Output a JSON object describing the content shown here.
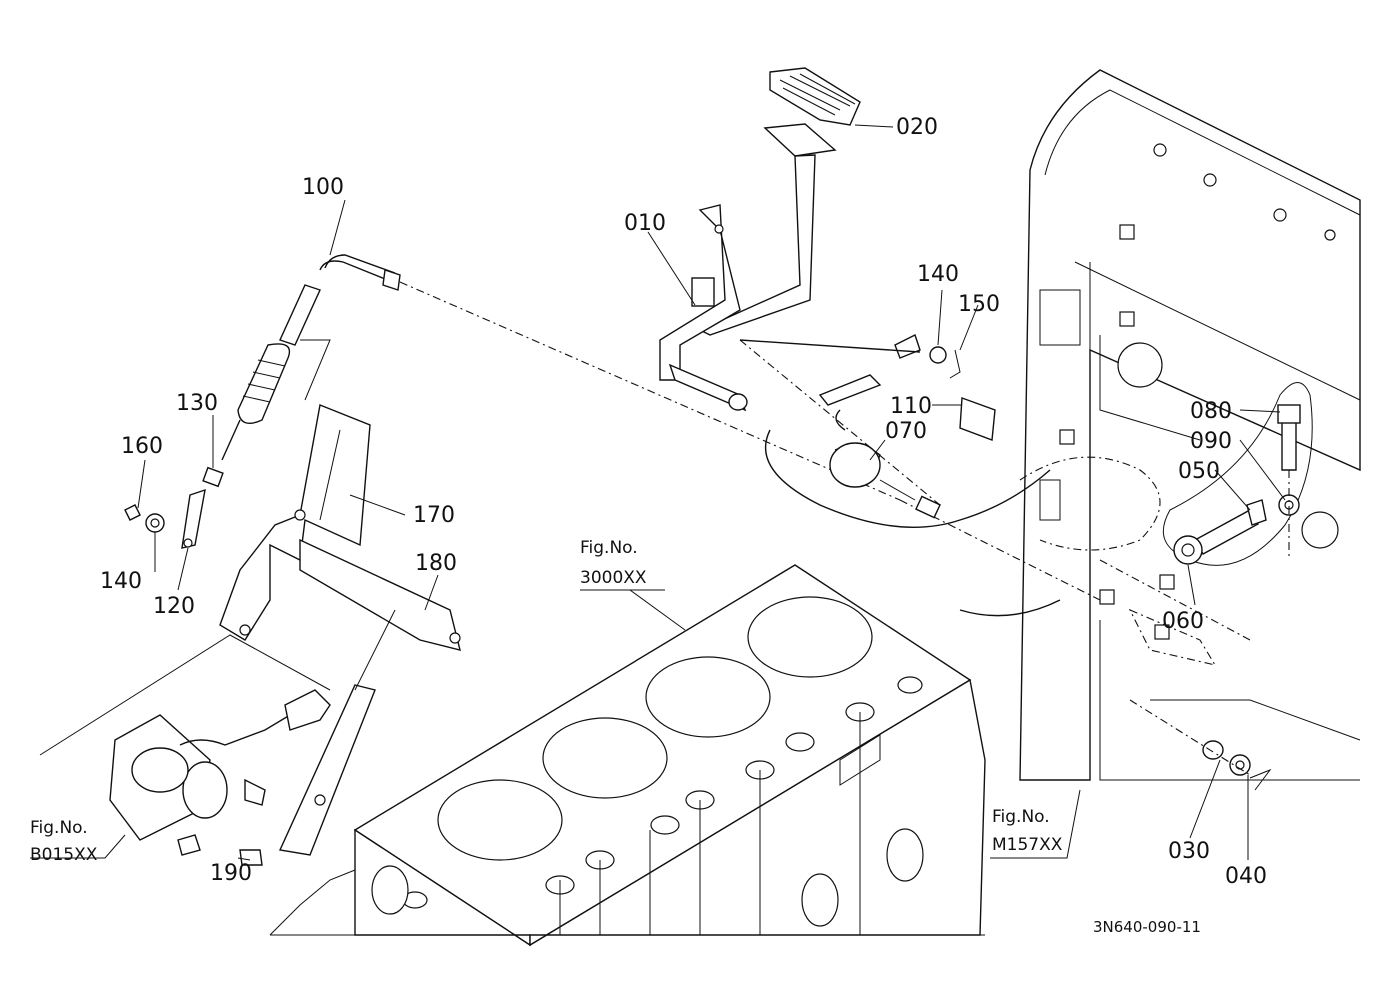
{
  "parts": [
    {
      "id": "p010",
      "label": "010"
    },
    {
      "id": "p020",
      "label": "020"
    },
    {
      "id": "p030",
      "label": "030"
    },
    {
      "id": "p040",
      "label": "040"
    },
    {
      "id": "p050",
      "label": "050"
    },
    {
      "id": "p060",
      "label": "060"
    },
    {
      "id": "p070",
      "label": "070"
    },
    {
      "id": "p080",
      "label": "080"
    },
    {
      "id": "p090",
      "label": "090"
    },
    {
      "id": "p100",
      "label": "100"
    },
    {
      "id": "p110",
      "label": "110"
    },
    {
      "id": "p120",
      "label": "120"
    },
    {
      "id": "p130",
      "label": "130"
    },
    {
      "id": "p140a",
      "label": "140"
    },
    {
      "id": "p140b",
      "label": "140"
    },
    {
      "id": "p150",
      "label": "150"
    },
    {
      "id": "p160",
      "label": "160"
    },
    {
      "id": "p170",
      "label": "170"
    },
    {
      "id": "p180",
      "label": "180"
    },
    {
      "id": "p190",
      "label": "190"
    }
  ],
  "figure_refs": [
    {
      "id": "fig3000",
      "prefix": "Fig.No.",
      "code": "3000XX"
    },
    {
      "id": "figB015",
      "prefix": "Fig.No.",
      "code": "B015XX"
    },
    {
      "id": "figM157",
      "prefix": "Fig.No.",
      "code": "M157XX"
    }
  ],
  "drawing_number": "3N640-090-11"
}
